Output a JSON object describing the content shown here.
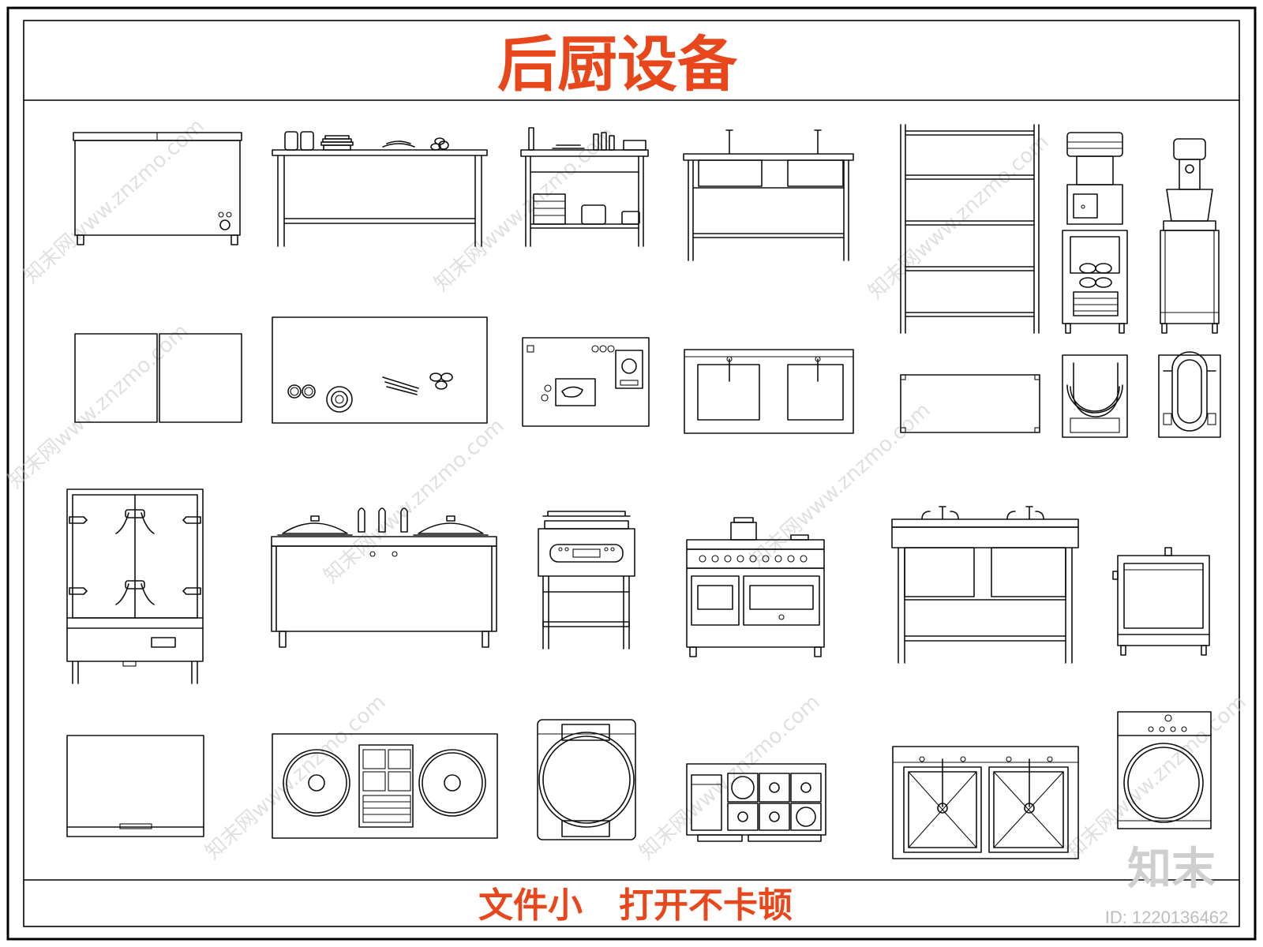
{
  "header": {
    "title": "后厨设备"
  },
  "footer": {
    "slogan": "文件小   打开不卡顿"
  },
  "brand": {
    "logo_text": "知末",
    "id_label": "ID: 1220136462",
    "watermark": "知末网www.znzmo.com"
  },
  "colors": {
    "title": "#e8471c",
    "line": "#111111",
    "watermark": "#c8c8c8"
  },
  "equipment": [
    {
      "name": "chest-freezer-front"
    },
    {
      "name": "prep-table-front"
    },
    {
      "name": "work-table-with-drawers-front"
    },
    {
      "name": "double-sink-front"
    },
    {
      "name": "storage-shelf-front"
    },
    {
      "name": "stir-fry-machine-front"
    },
    {
      "name": "mixer-front"
    },
    {
      "name": "chest-freezer-top"
    },
    {
      "name": "prep-table-top"
    },
    {
      "name": "work-table-top"
    },
    {
      "name": "double-sink-top"
    },
    {
      "name": "storage-shelf-top"
    },
    {
      "name": "stir-fry-machine-top"
    },
    {
      "name": "mixer-top"
    },
    {
      "name": "steam-cabinet-front"
    },
    {
      "name": "soup-stove-front"
    },
    {
      "name": "induction-wok-front"
    },
    {
      "name": "gas-range-oven-front"
    },
    {
      "name": "large-sink-front"
    },
    {
      "name": "dishwasher-front"
    },
    {
      "name": "steam-cabinet-top"
    },
    {
      "name": "soup-stove-top"
    },
    {
      "name": "induction-wok-top"
    },
    {
      "name": "gas-range-top"
    },
    {
      "name": "large-sink-top"
    },
    {
      "name": "dishwasher-top"
    }
  ]
}
